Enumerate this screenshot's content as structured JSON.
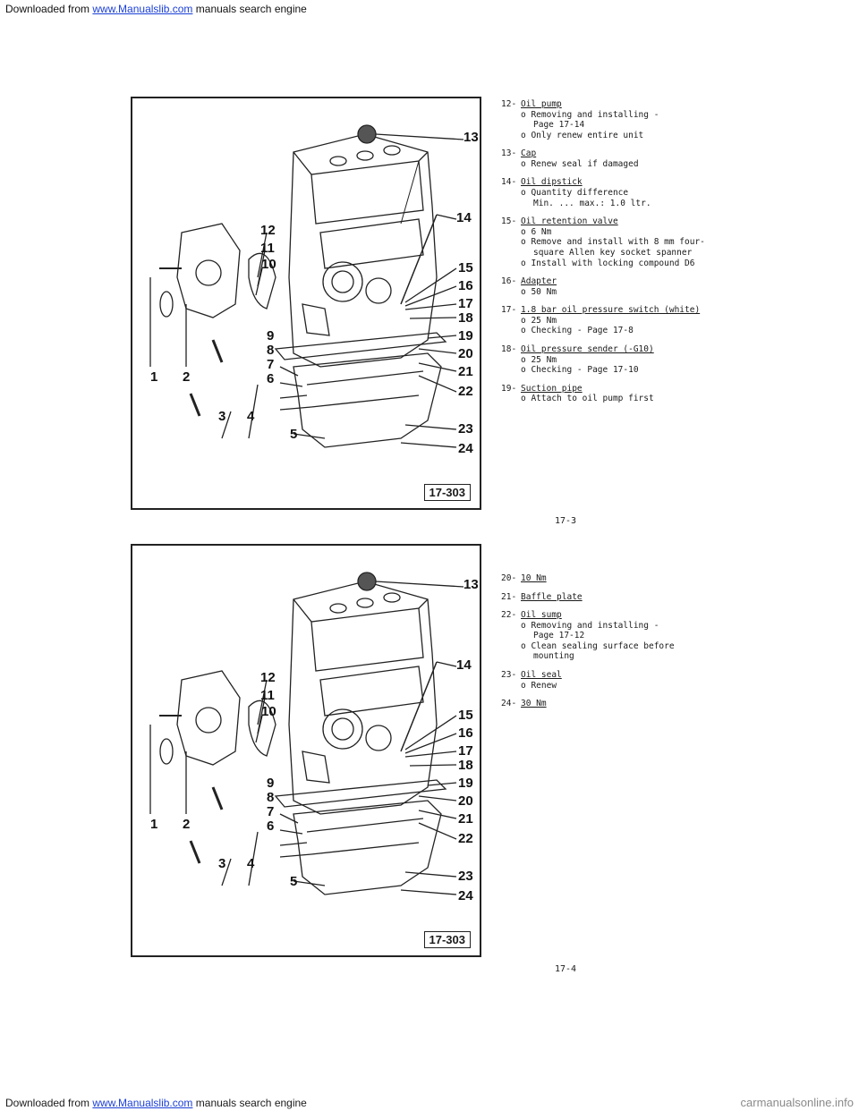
{
  "banner": {
    "prefix": "Downloaded from ",
    "link": "www.Manualslib.com",
    "suffix": " manuals search engine"
  },
  "figure_code": "17-303",
  "callouts": [
    "1",
    "2",
    "3",
    "4",
    "5",
    "6",
    "7",
    "8",
    "9",
    "10",
    "11",
    "12",
    "13",
    "14",
    "15",
    "16",
    "17",
    "18",
    "19",
    "20",
    "21",
    "22",
    "23",
    "24"
  ],
  "page1": {
    "items": [
      {
        "num": "12-",
        "title": "Oil pump",
        "notes": [
          "o Removing and installing -",
          "Page 17-14",
          "o Only renew entire unit"
        ]
      },
      {
        "num": "13-",
        "title": "Cap",
        "notes": [
          "o Renew seal if damaged"
        ]
      },
      {
        "num": "14-",
        "title": "Oil dipstick",
        "notes": [
          "o Quantity difference",
          "Min. ... max.: 1.0 ltr."
        ]
      },
      {
        "num": "15-",
        "title": "Oil retention valve",
        "notes": [
          "o 6 Nm",
          "o Remove and install with 8 mm four-",
          "square Allen key socket spanner",
          "o Install with locking compound D6"
        ]
      },
      {
        "num": "16-",
        "title": "Adapter",
        "notes": [
          "o 50 Nm"
        ]
      },
      {
        "num": "17-",
        "title": "1.8 bar oil pressure switch (white)",
        "notes": [
          "o 25 Nm",
          "o Checking - Page 17-8"
        ]
      },
      {
        "num": "18-",
        "title": "Oil pressure sender (-G10)",
        "notes": [
          "o 25 Nm",
          "o Checking - Page 17-10"
        ]
      },
      {
        "num": "19-",
        "title": "Suction pipe",
        "notes": [
          "o Attach to oil pump first"
        ]
      }
    ],
    "page_number": "17-3"
  },
  "page2": {
    "items": [
      {
        "num": "20-",
        "title": "10 Nm",
        "notes": []
      },
      {
        "num": "21-",
        "title": "Baffle plate",
        "notes": []
      },
      {
        "num": "22-",
        "title": "Oil sump",
        "notes": [
          "o Removing and installing -",
          "Page 17-12",
          "o Clean sealing surface before",
          "mounting"
        ]
      },
      {
        "num": "23-",
        "title": "Oil seal",
        "notes": [
          "o Renew"
        ]
      },
      {
        "num": "24-",
        "title": "30 Nm",
        "notes": []
      }
    ],
    "page_number": "17-4"
  },
  "footer": {
    "prefix": "Downloaded from ",
    "link": "www.Manualslib.com",
    "suffix": " manuals search engine",
    "watermark": "carmanualsonline.info"
  }
}
